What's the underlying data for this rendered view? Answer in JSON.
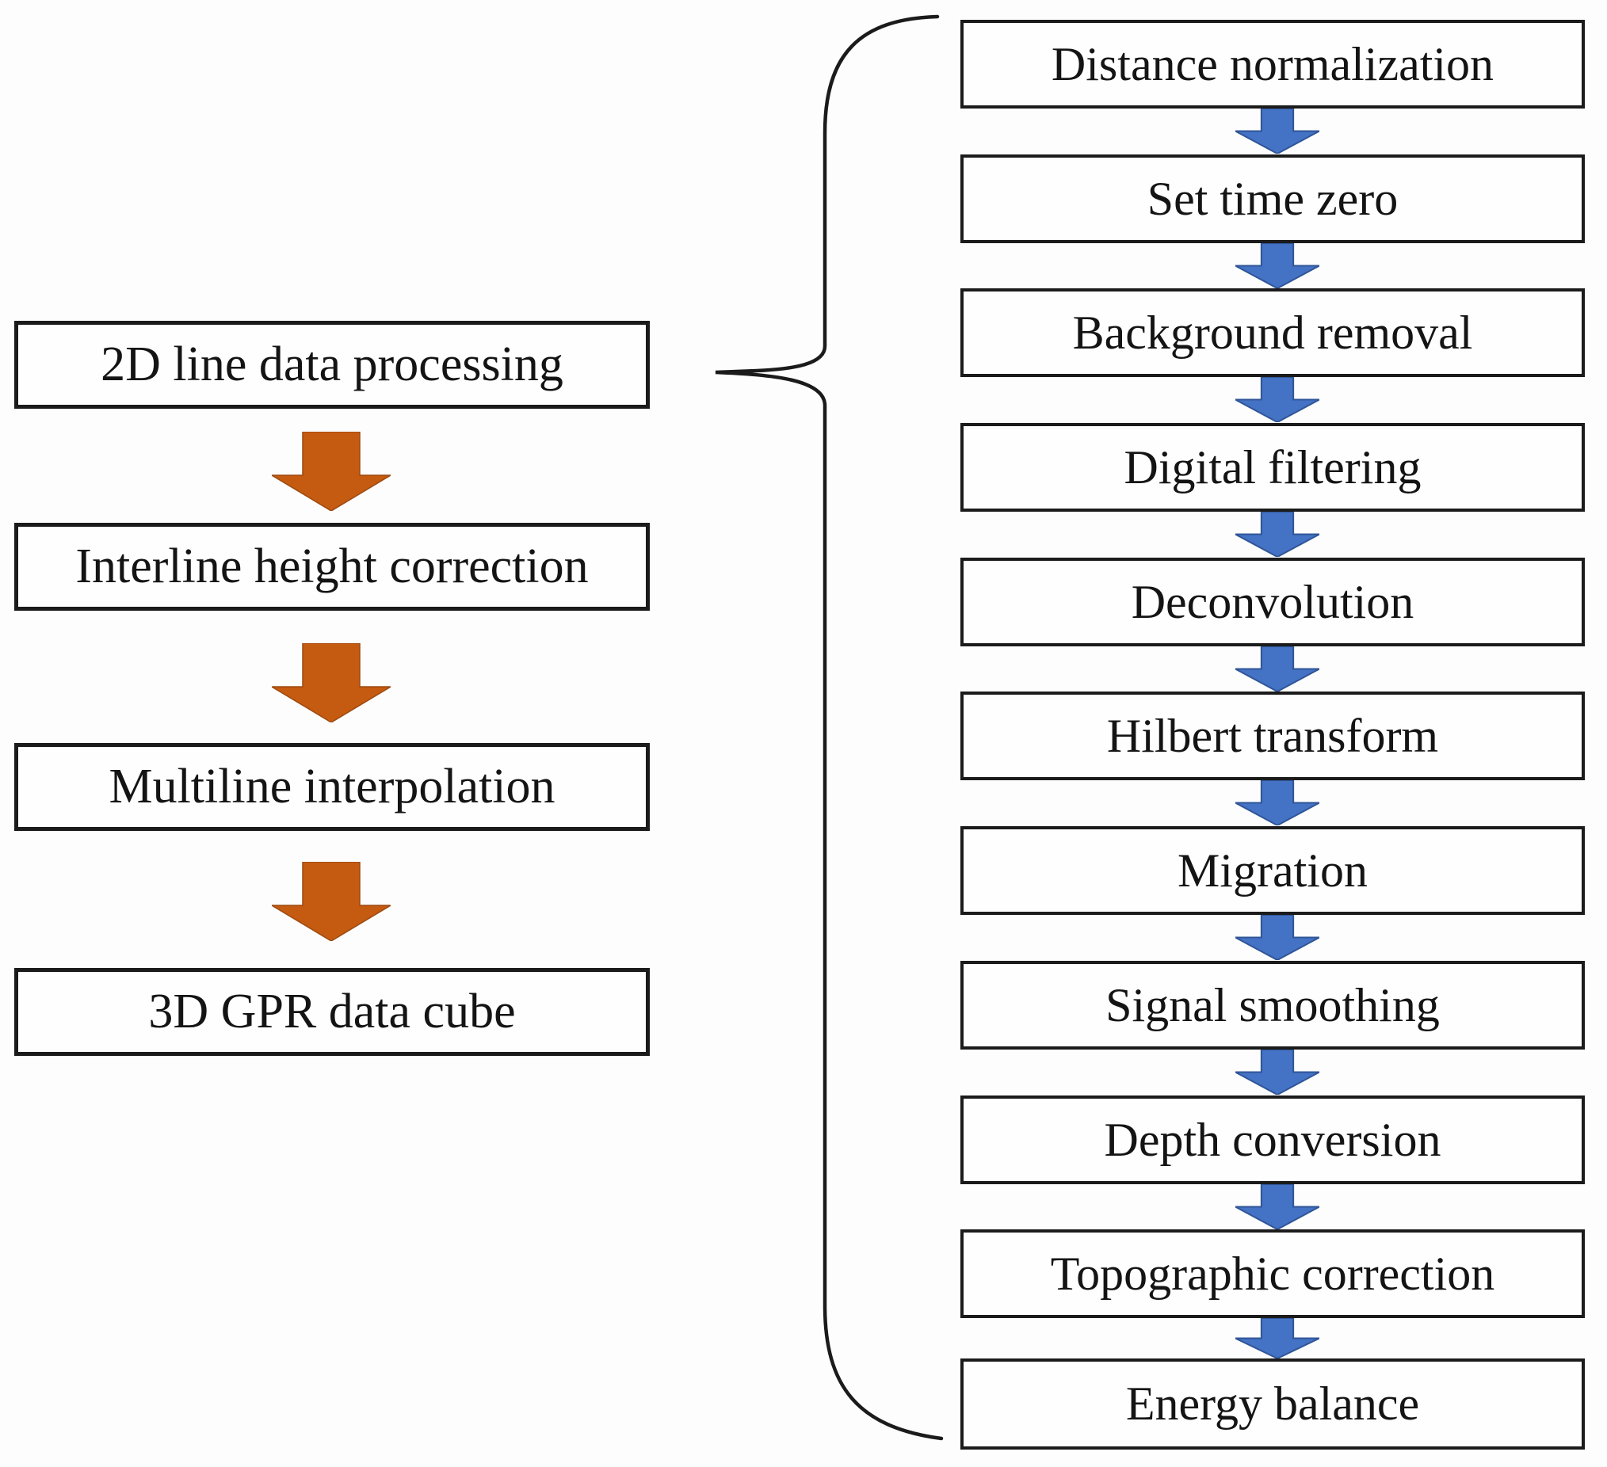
{
  "diagram": {
    "left_flow": {
      "boxes": [
        "2D line data processing",
        "Interline height correction",
        "Multiline interpolation",
        "3D GPR data cube"
      ]
    },
    "right_flow": {
      "boxes": [
        "Distance normalization",
        "Set time zero",
        "Background removal",
        "Digital filtering",
        "Deconvolution",
        "Hilbert transform",
        "Migration",
        "Signal smoothing",
        "Depth conversion",
        "Topographic correction",
        "Energy balance"
      ]
    },
    "colors": {
      "left_arrow": "#C55A11",
      "right_arrow": "#4472C4",
      "brace_stroke": "#1b1b1b"
    }
  }
}
